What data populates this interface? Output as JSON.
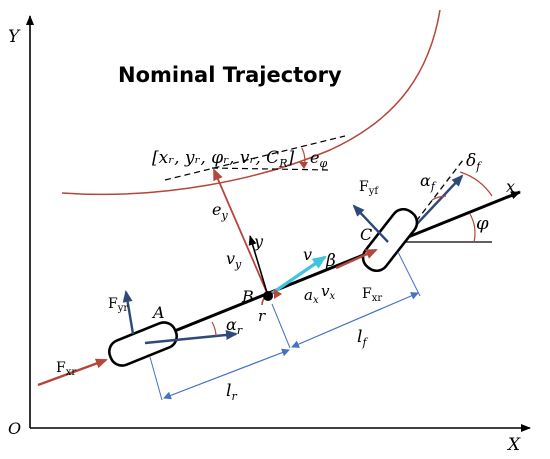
{
  "title": "Nominal Trajectory",
  "axes": {
    "x": "X",
    "y": "Y",
    "origin": "O"
  },
  "body_axes": {
    "x": "x",
    "y": "y"
  },
  "points": {
    "A": "A",
    "B": "B",
    "C": "C"
  },
  "reference_state": "[xᵣ, yᵣ, φᵣ, vᵣ, C",
  "reference_state_sub": "R",
  "reference_state_close": "]",
  "errors": {
    "e_phi": "e",
    "e_phi_sub": "φ",
    "e_y": "e",
    "e_y_sub": "y"
  },
  "angles": {
    "phi": "φ",
    "beta": "β",
    "delta": "δ",
    "delta_sub": "f",
    "alpha": "α",
    "alpha_f_sub": "f",
    "alpha_r_sub": "r"
  },
  "velocity": {
    "v": "v",
    "vx": "v",
    "vx_sub": "x",
    "vy": "v",
    "vy_sub": "y",
    "ax": "a",
    "ax_sub": "x",
    "r": "r"
  },
  "forces": {
    "F": "F",
    "yf_sub": "yf",
    "yr_sub": "yr",
    "xr_sub": "xr",
    "xr_front_sub": "xr"
  },
  "lengths": {
    "l": "l",
    "lf_sub": "f",
    "lr_sub": "r"
  },
  "colors": {
    "trajectory": "#b5463a",
    "force": "#b5463a",
    "blue_arrow": "#2e4a7a",
    "velocity": "#3fc4e0",
    "dimension": "#4472c4",
    "dark": "#000000"
  }
}
